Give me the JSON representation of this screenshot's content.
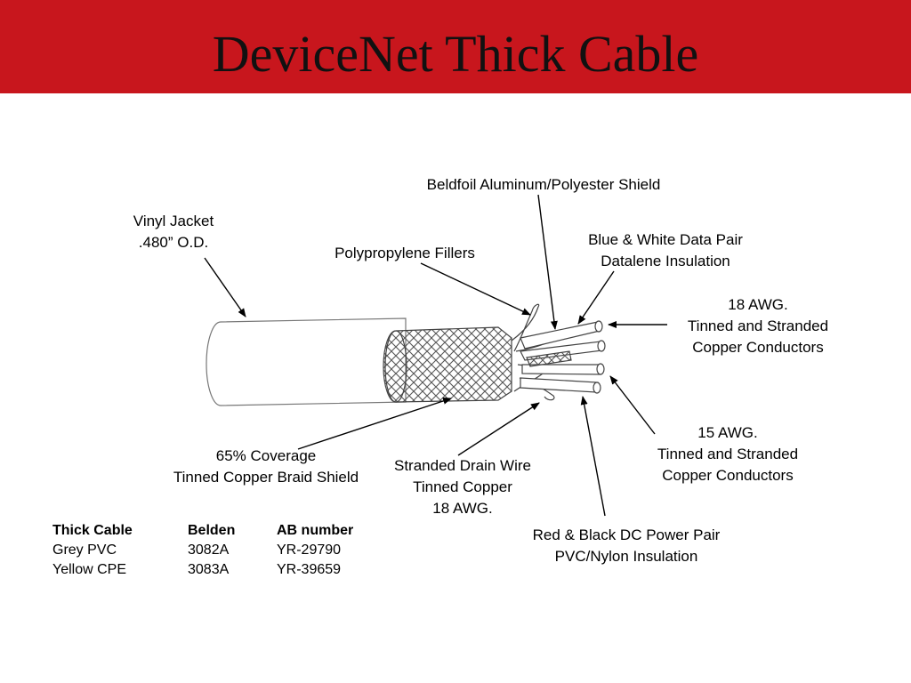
{
  "title": "DeviceNet Thick Cable",
  "colors": {
    "title_bar": "#c8161d"
  },
  "labels": {
    "vinyl_jacket": [
      "Vinyl Jacket",
      ".480” O.D."
    ],
    "fillers": [
      "Polypropylene Fillers"
    ],
    "beldfoil": [
      "Beldfoil Aluminum/Polyester Shield"
    ],
    "data_pair": [
      "Blue & White Data Pair",
      "Datalene Insulation"
    ],
    "awg18_conductors": [
      "18 AWG.",
      "Tinned and Stranded",
      "Copper Conductors"
    ],
    "awg15_conductors": [
      "15 AWG.",
      "Tinned and Stranded",
      "Copper Conductors"
    ],
    "braid_shield": [
      "65% Coverage",
      "Tinned Copper Braid Shield"
    ],
    "drain_wire": [
      "Stranded Drain Wire",
      "Tinned Copper",
      "18 AWG."
    ],
    "power_pair": [
      "Red & Black DC Power Pair",
      "PVC/Nylon Insulation"
    ]
  },
  "table": {
    "headers": [
      "Thick Cable",
      "Belden",
      "AB number"
    ],
    "rows": [
      [
        "Grey PVC",
        "3082A",
        "YR-29790"
      ],
      [
        "Yellow CPE",
        "3083A",
        "YR-39659"
      ]
    ]
  }
}
